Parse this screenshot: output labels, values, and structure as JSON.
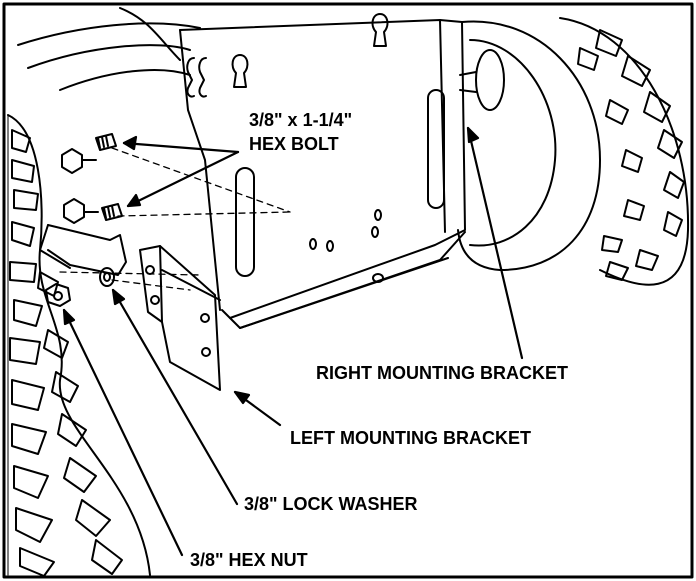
{
  "labels": {
    "hex_bolt_size": "3/8\" x 1-1/4\"",
    "hex_bolt": "HEX BOLT",
    "right_bracket": "RIGHT MOUNTING BRACKET",
    "left_bracket": "LEFT MOUNTING BRACKET",
    "lock_washer": "3/8\" LOCK WASHER",
    "hex_nut": "3/8\" HEX NUT"
  }
}
